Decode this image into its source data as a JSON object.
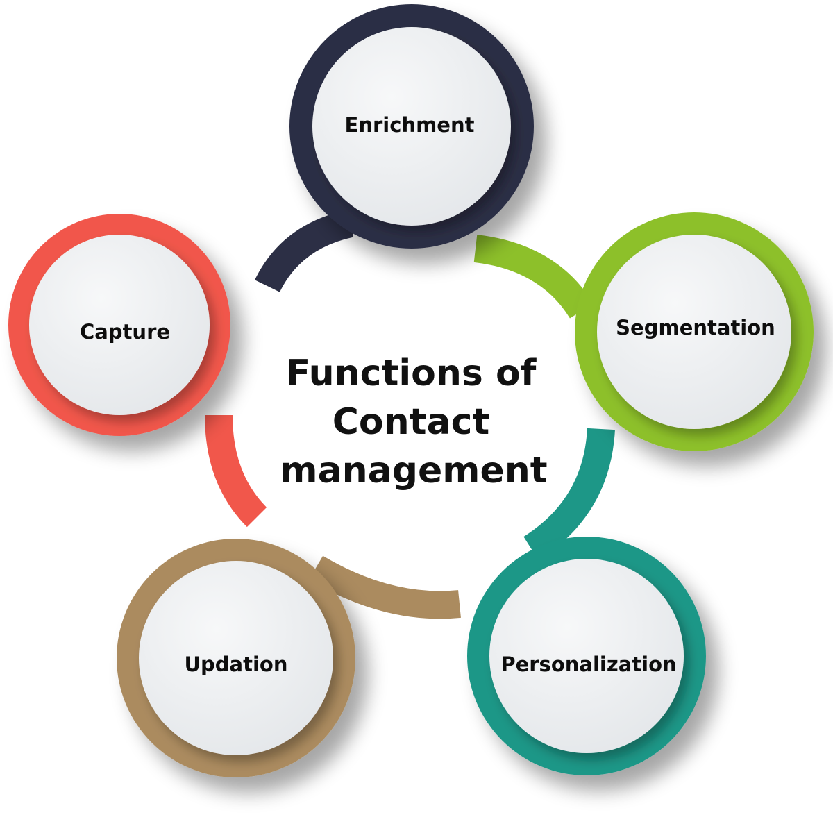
{
  "center": {
    "lines": [
      "Functions of",
      "Contact",
      "management"
    ]
  },
  "nodes": [
    {
      "id": "enrichment",
      "label": "Enrichment",
      "color": "#2c2f45"
    },
    {
      "id": "segmentation",
      "label": "Segmentation",
      "color": "#8dc02a"
    },
    {
      "id": "personalization",
      "label": "Personalization",
      "color": "#1d9787"
    },
    {
      "id": "updation",
      "label": "Updation",
      "color": "#ab8b5f"
    },
    {
      "id": "capture",
      "label": "Capture",
      "color": "#f1574b"
    }
  ]
}
